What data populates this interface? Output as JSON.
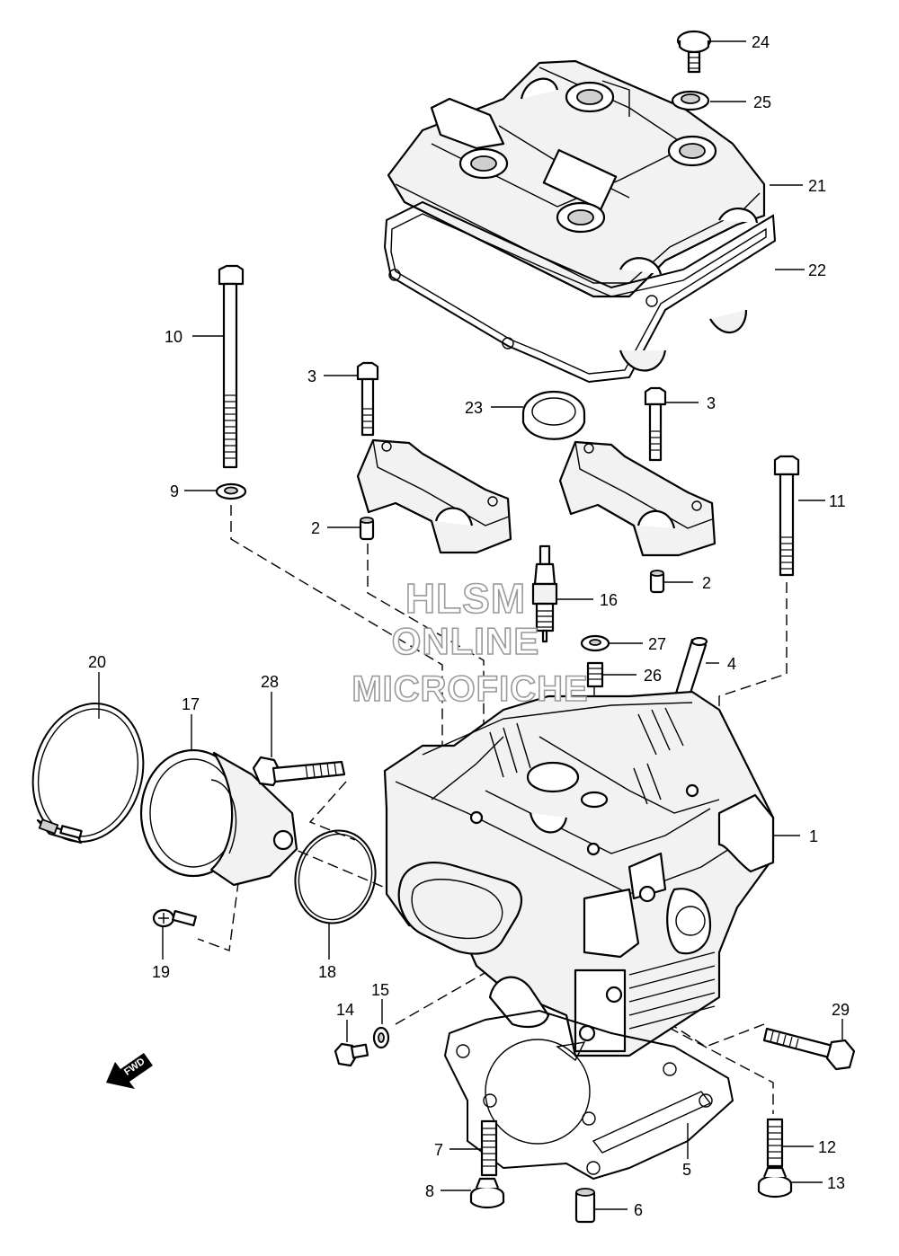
{
  "watermark": {
    "line1": "HLSM",
    "line2": "ONLINE",
    "line3": "MICROFICHE"
  },
  "direction_label": "FWD",
  "callouts": [
    {
      "ref": "24",
      "text": "24"
    },
    {
      "ref": "25",
      "text": "25"
    },
    {
      "ref": "21",
      "text": "21"
    },
    {
      "ref": "22",
      "text": "22"
    },
    {
      "ref": "10",
      "text": "10"
    },
    {
      "ref": "3a",
      "text": "3"
    },
    {
      "ref": "23",
      "text": "23"
    },
    {
      "ref": "3b",
      "text": "3"
    },
    {
      "ref": "9",
      "text": "9"
    },
    {
      "ref": "11",
      "text": "11"
    },
    {
      "ref": "2a",
      "text": "2"
    },
    {
      "ref": "2b",
      "text": "2"
    },
    {
      "ref": "16",
      "text": "16"
    },
    {
      "ref": "27",
      "text": "27"
    },
    {
      "ref": "4",
      "text": "4"
    },
    {
      "ref": "26",
      "text": "26"
    },
    {
      "ref": "20",
      "text": "20"
    },
    {
      "ref": "28",
      "text": "28"
    },
    {
      "ref": "17",
      "text": "17"
    },
    {
      "ref": "1",
      "text": "1"
    },
    {
      "ref": "19",
      "text": "19"
    },
    {
      "ref": "18",
      "text": "18"
    },
    {
      "ref": "15",
      "text": "15"
    },
    {
      "ref": "14",
      "text": "14"
    },
    {
      "ref": "29",
      "text": "29"
    },
    {
      "ref": "7",
      "text": "7"
    },
    {
      "ref": "12",
      "text": "12"
    },
    {
      "ref": "5",
      "text": "5"
    },
    {
      "ref": "8",
      "text": "8"
    },
    {
      "ref": "13",
      "text": "13"
    },
    {
      "ref": "6",
      "text": "6"
    }
  ]
}
